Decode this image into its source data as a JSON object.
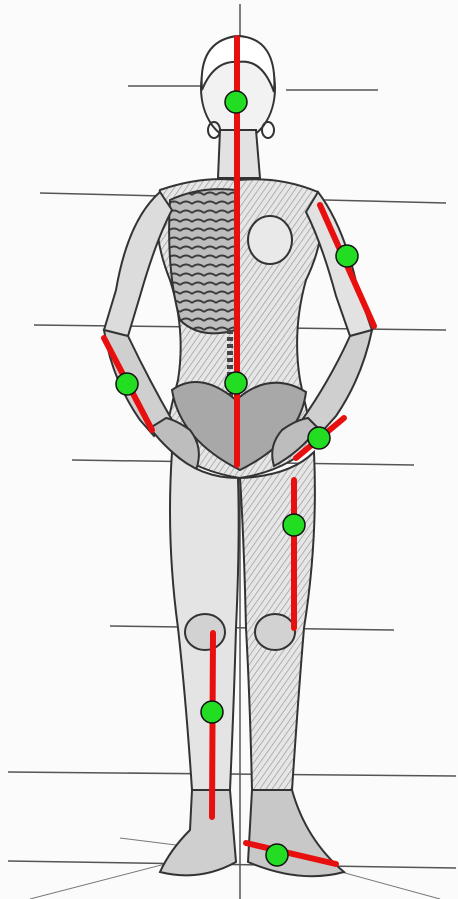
{
  "figure": {
    "subject": "anatomical-figure",
    "colors": {
      "background": "#fbfbfb",
      "guideline": "#555555",
      "figure_fill": "#d9d9d9",
      "figure_outline": "#333333",
      "skeleton_dark": "#4a4a4a",
      "axis_segment": "#e8100e",
      "joint_marker": "#22dd22",
      "joint_outline": "#111111"
    },
    "segments": [
      {
        "id": "head-trunk"
      },
      {
        "id": "right-upper-arm"
      },
      {
        "id": "left-forearm"
      },
      {
        "id": "left-hand"
      },
      {
        "id": "left-thigh"
      },
      {
        "id": "right-shank"
      },
      {
        "id": "left-foot"
      }
    ],
    "markers": [
      {
        "id": "head-marker"
      },
      {
        "id": "right-upper-arm-marker"
      },
      {
        "id": "left-forearm-marker"
      },
      {
        "id": "trunk-marker"
      },
      {
        "id": "left-hand-marker"
      },
      {
        "id": "left-thigh-marker"
      },
      {
        "id": "right-shank-marker"
      },
      {
        "id": "left-foot-marker"
      }
    ]
  }
}
